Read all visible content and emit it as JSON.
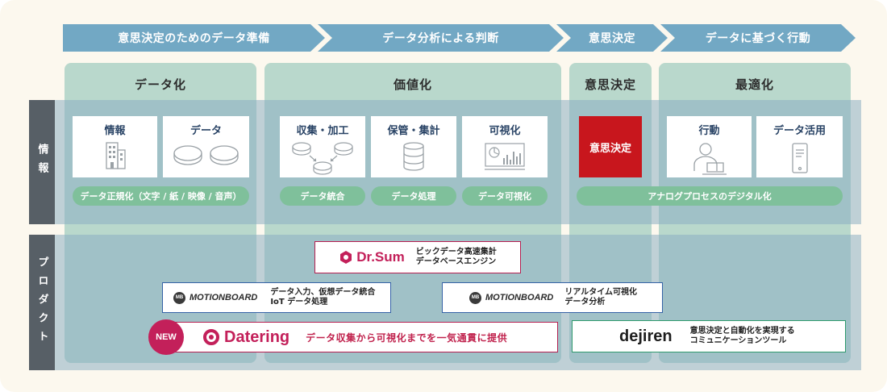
{
  "flow": [
    "意思決定のためのデータ準備",
    "データ分析による判断",
    "意思決定",
    "データに基づく行動"
  ],
  "columns": [
    "データ化",
    "価値化",
    "意思決定",
    "最適化"
  ],
  "rows": {
    "info": "情報",
    "products": "プロダクト"
  },
  "info_cards": {
    "joho": {
      "label": "情報",
      "icon": "building-icon"
    },
    "data": {
      "label": "データ",
      "icon": "data-disks-icon"
    },
    "collect": {
      "label": "収集・加工",
      "icon": "data-merge-icon"
    },
    "store": {
      "label": "保管・集計",
      "icon": "database-icon"
    },
    "visualize": {
      "label": "可視化",
      "icon": "dashboard-chart-icon"
    },
    "decision": {
      "label": "意思決定"
    },
    "action": {
      "label": "行動",
      "icon": "person-computer-icon"
    },
    "utilize": {
      "label": "データ活用",
      "icon": "smartphone-icon"
    }
  },
  "pills": {
    "normalize": "データ正規化（文字 / 紙 / 映像 / 音声）",
    "integrate": "データ統合",
    "process": "データ処理",
    "visualize": "データ可視化",
    "analog": "アナログプロセスのデジタル化"
  },
  "products": {
    "drsum": {
      "logo": "Dr.Sum",
      "desc1": "ビックデータ高速集計",
      "desc2": "データベースエンジン"
    },
    "mb1": {
      "logo": "MOTIONBOARD",
      "badge": "MB",
      "desc1": "データ入力、仮想データ統合",
      "desc2": "IoT データ処理"
    },
    "mb2": {
      "logo": "MOTIONBOARD",
      "badge": "MB",
      "desc1": "リアルタイム可視化",
      "desc2": "データ分析"
    },
    "datering": {
      "new_badge": "NEW",
      "logo": "Datering",
      "desc": "データ収集から可視化までを一気通貫に提供"
    },
    "dejiren": {
      "logo": "dejiren",
      "desc1": "意思決定と自動化を実現する",
      "desc2": "コミュニケーションツール"
    }
  },
  "colors": {
    "arrow": "#72a8c4",
    "column": "#b9d8cc",
    "band": "#8cafc3",
    "pill": "#7fc09b",
    "red_card": "#c8161d",
    "brand_magenta": "#c3205a",
    "mb_blue": "#3562a6",
    "dejiren_green": "#2f9a6e"
  }
}
